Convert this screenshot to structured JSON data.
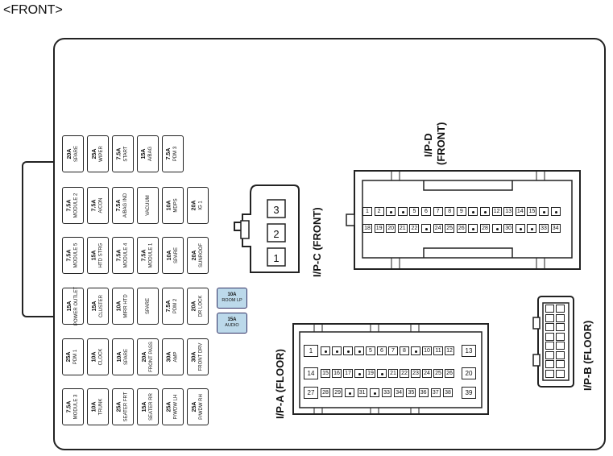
{
  "header": {
    "front_label": "<FRONT>"
  },
  "fuse_rows": [
    [
      {
        "amp": "20A",
        "name": "SPARE"
      },
      {
        "amp": "25A",
        "name": "WIPER"
      },
      {
        "amp": "7.5A",
        "name": "START"
      },
      {
        "amp": "15A",
        "name": "A/BAG"
      },
      {
        "amp": "7.5A",
        "name": "PDM 3"
      }
    ],
    [
      {
        "amp": "7.5A",
        "name": "MODULE 2"
      },
      {
        "amp": "7.5A",
        "name": "A/CON"
      },
      {
        "amp": "7.5A",
        "name": "A/BAG IND"
      },
      {
        "amp": "",
        "name": "VACUUM"
      },
      {
        "amp": "10A",
        "name": "MDPS"
      },
      {
        "amp": "20A",
        "name": "IG 1"
      }
    ],
    [
      {
        "amp": "7.5A",
        "name": "MODULE 5"
      },
      {
        "amp": "15A",
        "name": "HTD STRG"
      },
      {
        "amp": "7.5A",
        "name": "MODULE 4"
      },
      {
        "amp": "7.5A",
        "name": "MODULE 1"
      },
      {
        "amp": "10A",
        "name": "SPARE"
      },
      {
        "amp": "20A",
        "name": "SUNROOF"
      }
    ],
    [
      {
        "amp": "15A",
        "name": "POWER OUTLET"
      },
      {
        "amp": "15A",
        "name": "CLUSTER"
      },
      {
        "amp": "10A",
        "name": "MIRR HTD"
      },
      {
        "amp": "",
        "name": "SPARE"
      },
      {
        "amp": "7.5A",
        "name": "PDM 2"
      },
      {
        "amp": "20A",
        "name": "DR LOCK"
      }
    ],
    [
      {
        "amp": "25A",
        "name": "PDM 1"
      },
      {
        "amp": "10A",
        "name": "CLOCK"
      },
      {
        "amp": "10A",
        "name": "SPARE"
      },
      {
        "amp": "20A",
        "name": "FRONT PASS"
      },
      {
        "amp": "30A",
        "name": "AMP"
      },
      {
        "amp": "30A",
        "name": "FRONT DRV"
      }
    ],
    [
      {
        "amp": "7.5A",
        "name": "MODULE 3"
      },
      {
        "amp": "10A",
        "name": "TRUNK"
      },
      {
        "amp": "25A",
        "name": "SEATER FRT"
      },
      {
        "amp": "15A",
        "name": "SEATER RR"
      },
      {
        "amp": "25A",
        "name": "P/WDW LH"
      },
      {
        "amp": "25A",
        "name": "P/WDW RH"
      }
    ]
  ],
  "blue_fuses": [
    {
      "amp": "10A",
      "name": "ROOM LP"
    },
    {
      "amp": "15A",
      "name": "AUDIO"
    }
  ],
  "connectors": {
    "ipc": {
      "label": "I/P-C (FRONT)",
      "pins": [
        "3",
        "2",
        "1"
      ]
    },
    "ipd": {
      "label_line1": "I/P-D",
      "label_line2": "(FRONT)",
      "row1": [
        "1",
        "2",
        "",
        "",
        "5",
        "6",
        "7",
        "8",
        "9",
        "",
        "",
        "12",
        "13",
        "14",
        "15",
        "",
        ""
      ],
      "row2": [
        "18",
        "19",
        "20",
        "21",
        "22",
        "",
        "24",
        "25",
        "26",
        "",
        "28",
        "",
        "30",
        "",
        "",
        "33",
        "34"
      ]
    },
    "ipa": {
      "label": "I/P-A (FLOOR)",
      "big": [
        "1",
        "13",
        "14",
        "20",
        "27",
        "39"
      ],
      "row1": [
        "",
        "",
        "",
        "",
        "5",
        "6",
        "7",
        "8",
        "",
        "10",
        "11",
        "12"
      ],
      "row2": [
        "15",
        "16",
        "17",
        "",
        "19",
        "",
        "21",
        "22",
        "23",
        "24",
        "25",
        "26"
      ],
      "row3": [
        "28",
        "29",
        "",
        "31",
        "",
        "33",
        "34",
        "35",
        "36",
        "37",
        "38"
      ]
    },
    "ipb": {
      "label": "I/P-B (FLOOR)"
    }
  }
}
